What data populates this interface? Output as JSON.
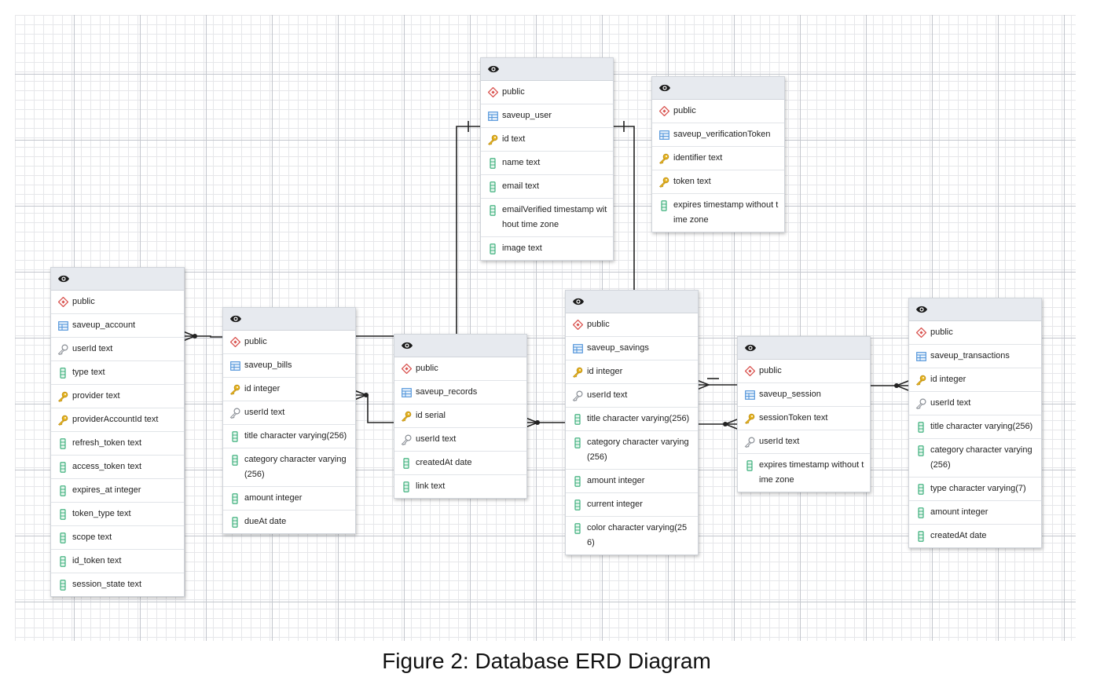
{
  "caption": "Figure 2: Database ERD Diagram",
  "icons": {
    "view": "eye-icon",
    "schema": "schema-diamond-icon",
    "table": "table-grid-icon",
    "pk": "primary-key-icon",
    "fk": "foreign-key-icon",
    "col": "column-icon"
  },
  "colors": {
    "schema_icon": "#d9534f",
    "table_icon": "#4a90d9",
    "pk_icon": "#e6b422",
    "fk_icon": "#8a8f96",
    "col_icon": "#2eaa72",
    "line": "#222222"
  },
  "tables": [
    {
      "id": "saveup_user",
      "rows": [
        {
          "icon": "schema",
          "text": "public"
        },
        {
          "icon": "table",
          "text": "saveup_user"
        },
        {
          "icon": "pk",
          "text": "id text"
        },
        {
          "icon": "col",
          "text": "name text"
        },
        {
          "icon": "col",
          "text": "email text"
        },
        {
          "icon": "col",
          "text": "emailVerified timestamp without time zone"
        },
        {
          "icon": "col",
          "text": "image text"
        }
      ]
    },
    {
      "id": "saveup_verificationToken",
      "rows": [
        {
          "icon": "schema",
          "text": "public"
        },
        {
          "icon": "table",
          "text": "saveup_verificationToken"
        },
        {
          "icon": "pk",
          "text": "identifier text"
        },
        {
          "icon": "pk",
          "text": "token text"
        },
        {
          "icon": "col",
          "text": "expires timestamp without time zone"
        }
      ]
    },
    {
      "id": "saveup_account",
      "rows": [
        {
          "icon": "schema",
          "text": "public"
        },
        {
          "icon": "table",
          "text": "saveup_account"
        },
        {
          "icon": "fk",
          "text": "userId text"
        },
        {
          "icon": "col",
          "text": "type text"
        },
        {
          "icon": "pk",
          "text": "provider text"
        },
        {
          "icon": "pk",
          "text": "providerAccountId text"
        },
        {
          "icon": "col",
          "text": "refresh_token text"
        },
        {
          "icon": "col",
          "text": "access_token text"
        },
        {
          "icon": "col",
          "text": "expires_at integer"
        },
        {
          "icon": "col",
          "text": "token_type text"
        },
        {
          "icon": "col",
          "text": "scope text"
        },
        {
          "icon": "col",
          "text": "id_token text"
        },
        {
          "icon": "col",
          "text": "session_state text"
        }
      ]
    },
    {
      "id": "saveup_bills",
      "rows": [
        {
          "icon": "schema",
          "text": "public"
        },
        {
          "icon": "table",
          "text": "saveup_bills"
        },
        {
          "icon": "pk",
          "text": "id integer"
        },
        {
          "icon": "fk",
          "text": "userId text"
        },
        {
          "icon": "col",
          "text": "title character varying(256)"
        },
        {
          "icon": "col",
          "text": "category character varying (256)"
        },
        {
          "icon": "col",
          "text": "amount integer"
        },
        {
          "icon": "col",
          "text": "dueAt date"
        }
      ]
    },
    {
      "id": "saveup_records",
      "rows": [
        {
          "icon": "schema",
          "text": "public"
        },
        {
          "icon": "table",
          "text": "saveup_records"
        },
        {
          "icon": "pk",
          "text": "id serial"
        },
        {
          "icon": "fk",
          "text": "userId text"
        },
        {
          "icon": "col",
          "text": "createdAt date"
        },
        {
          "icon": "col",
          "text": "link text"
        }
      ]
    },
    {
      "id": "saveup_savings",
      "rows": [
        {
          "icon": "schema",
          "text": "public"
        },
        {
          "icon": "table",
          "text": "saveup_savings"
        },
        {
          "icon": "pk",
          "text": "id integer"
        },
        {
          "icon": "fk",
          "text": "userId text"
        },
        {
          "icon": "col",
          "text": "title character varying(256)"
        },
        {
          "icon": "col",
          "text": "category character varying (256)"
        },
        {
          "icon": "col",
          "text": "amount integer"
        },
        {
          "icon": "col",
          "text": "current integer"
        },
        {
          "icon": "col",
          "text": "color character varying(256)"
        }
      ]
    },
    {
      "id": "saveup_session",
      "rows": [
        {
          "icon": "schema",
          "text": "public"
        },
        {
          "icon": "table",
          "text": "saveup_session"
        },
        {
          "icon": "pk",
          "text": "sessionToken text"
        },
        {
          "icon": "fk",
          "text": "userId text"
        },
        {
          "icon": "col",
          "text": "expires timestamp without time zone"
        }
      ]
    },
    {
      "id": "saveup_transactions",
      "rows": [
        {
          "icon": "schema",
          "text": "public"
        },
        {
          "icon": "table",
          "text": "saveup_transactions"
        },
        {
          "icon": "pk",
          "text": "id integer"
        },
        {
          "icon": "fk",
          "text": "userId text"
        },
        {
          "icon": "col",
          "text": "title character varying(256)"
        },
        {
          "icon": "col",
          "text": "category character varying (256)"
        },
        {
          "icon": "col",
          "text": "type character varying(7)"
        },
        {
          "icon": "col",
          "text": "amount integer"
        },
        {
          "icon": "col",
          "text": "createdAt date"
        }
      ]
    }
  ],
  "relationships": [
    {
      "from": "saveup_account.userId",
      "to": "saveup_user.id",
      "cardinality": "many-to-one"
    },
    {
      "from": "saveup_bills.userId",
      "to": "saveup_user.id",
      "cardinality": "many-to-one"
    },
    {
      "from": "saveup_records.userId",
      "to": "saveup_user.id",
      "cardinality": "many-to-one"
    },
    {
      "from": "saveup_savings.userId",
      "to": "saveup_user.id",
      "cardinality": "many-to-one"
    },
    {
      "from": "saveup_session.userId",
      "to": "saveup_user.id",
      "cardinality": "many-to-one"
    },
    {
      "from": "saveup_transactions.userId",
      "to": "saveup_user.id",
      "cardinality": "many-to-one"
    }
  ]
}
